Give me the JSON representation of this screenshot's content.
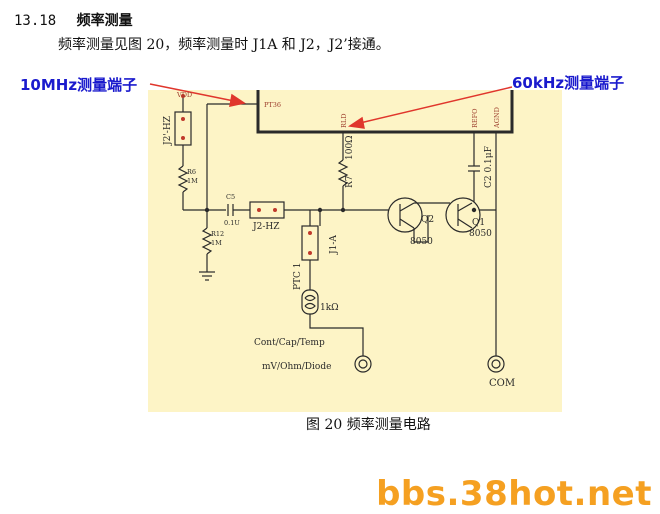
{
  "heading": {
    "number": "13.18",
    "title": "频率测量"
  },
  "paragraph": "频率测量见图 20，频率测量时 J1A 和 J2，J2’接通。",
  "callouts": {
    "left": "10MHz测量端子",
    "right": "60kHz测量端子"
  },
  "schematic": {
    "pin_vdd": "VDD",
    "pin_pt36": "PT36",
    "pin_rld": "RLD",
    "pin_refo": "REFO",
    "pin_agnd": "AGND",
    "j2p": "J2'-HZ",
    "r6_name": "R6",
    "r6_value": "1M",
    "r12_name": "R12",
    "r12_value": "1M",
    "c5_name": "C5",
    "c5_value": "0.1U",
    "j2": "J2-HZ",
    "j1": "J1-A",
    "r7_name": "R7",
    "r7_value": "100Ω",
    "c2_label": "C2 0.1μF",
    "q2_name": "Q2",
    "q2_part": "8050",
    "q1_name": "Q1",
    "q1_part": "8050",
    "ptc": "PTC 1",
    "r_1k": "1kΩ",
    "term_left": "Cont/Cap/Temp",
    "term_left2": "mV/Ohm/Diode",
    "term_right": "COM"
  },
  "caption": "图 20   频率测量电路",
  "watermark": "bbs.38hot.net",
  "colors": {
    "panel": "#fdf4c6",
    "wire": "#2a2a2a",
    "callout": "#1a1acd",
    "arrow": "#e0362c",
    "pin_label": "#9b3b2a",
    "watermark": "#f5a021"
  }
}
